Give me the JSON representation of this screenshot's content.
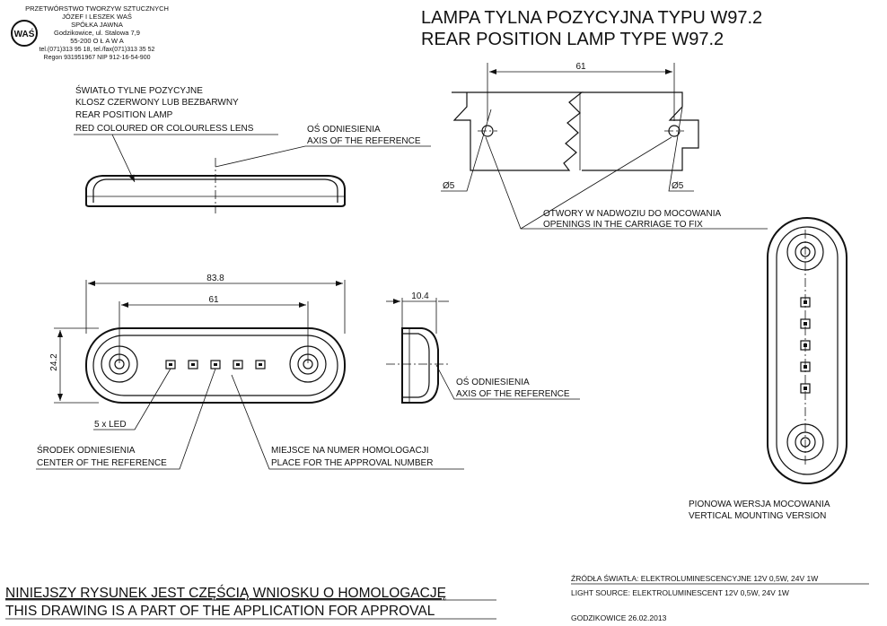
{
  "company": {
    "line1": "PRZETWÓRSTWO TWORZYW SZTUCZNYCH",
    "line2": "JÓZEF I LESZEK WAŚ",
    "line3": "SPÓŁKA JAWNA",
    "line4": "Godzikowice, ul. Stalowa 7,9",
    "line5": "55-200  O Ł A W A",
    "line6": "tel.(071)313 95 18, tel./fax(071)313 35 52",
    "line7": "Regon 931951967 NIP 912-16-54-900",
    "logo_text": "WAŚ"
  },
  "title": {
    "pl": "LAMPA TYLNA POZYCYJNA TYPU W97.2",
    "en": "REAR POSITION LAMP TYPE W97.2"
  },
  "callouts": {
    "lens_pl1": "ŚWIATŁO TYLNE POZYCYJNE",
    "lens_pl2": "KLOSZ CZERWONY LUB BEZBARWNY",
    "lens_en1": "REAR POSITION LAMP",
    "lens_en2": "RED COLOURED OR COLOURLESS LENS",
    "axis_pl": "OŚ ODNIESIENIA",
    "axis_en": "AXIS OF THE REFERENCE",
    "holes_pl": "OTWORY W NADWOZIU DO MOCOWANIA",
    "holes_en": "OPENINGS IN THE CARRIAGE TO FIX",
    "led": "5 x LED",
    "center_pl": "ŚRODEK ODNIESIENIA",
    "center_en": "CENTER OF THE REFERENCE",
    "approval_pl": "MIEJSCE NA NUMER HOMOLOGACJI",
    "approval_en": "PLACE FOR THE APPROVAL NUMBER",
    "axis2_pl": "OŚ ODNIESIENIA",
    "axis2_en": "AXIS OF THE REFERENCE",
    "vertical_pl": "PIONOWA WERSJA MOCOWANIA",
    "vertical_en": "VERTICAL MOUNTING VERSION"
  },
  "dimensions": {
    "hole_spacing_top": "61",
    "hole_diam_left": "Ø5",
    "hole_diam_right": "Ø5",
    "overall_length": "83.8",
    "hole_spacing": "61",
    "height": "24.2",
    "depth": "10.4"
  },
  "footer": {
    "note_pl": "NINIEJSZY RYSUNEK JEST CZĘŚCIĄ WNIOSKU O  HOMOLOGACJĘ",
    "note_en": "THIS DRAWING IS A PART OF THE APPLICATION FOR  APPROVAL",
    "source_pl": "ŹRÓDŁA ŚWIATŁA: ELEKTROLUMINESCENCYJNE  12V  0,5W, 24V  1W",
    "source_en": "LIGHT SOURCE: ELEKTROLUMINESCENT  12V  0,5W, 24V  1W",
    "place_date": "GODZIKOWICE   26.02.2013"
  }
}
